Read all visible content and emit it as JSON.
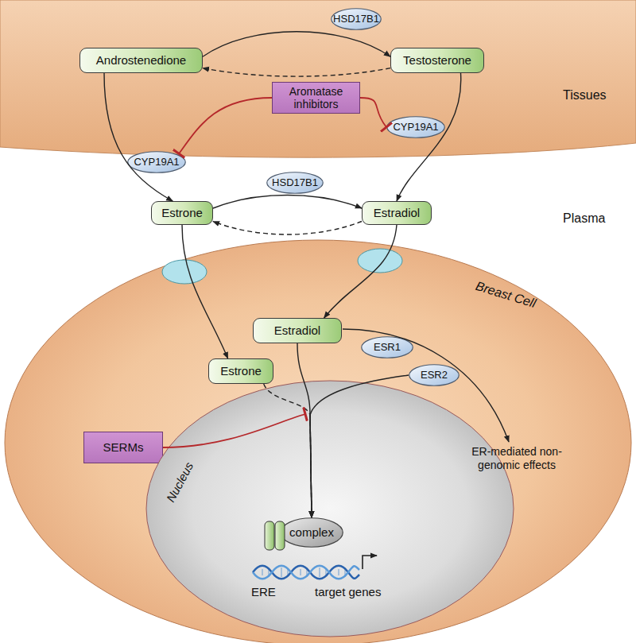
{
  "diagram": {
    "nodes": [
      {
        "text": [
          "Tissues"
        ]
      },
      {
        "text": [
          "HSD17B1"
        ],
        "in": 0
      },
      {
        "text": [
          "Androstenedione"
        ],
        "in": 0
      },
      {
        "text": [
          "Testosterone"
        ],
        "in": 0
      },
      {
        "text": [
          "Aromatase inhibitors"
        ],
        "in": 0
      },
      {
        "text": [
          "CYP19A1"
        ],
        "in": 0
      },
      {
        "text": [
          "CYP19A1"
        ],
        "in": 0
      },
      {
        "text": [
          "HSD17B1"
        ]
      },
      {
        "text": [
          "Estrone"
        ]
      },
      {
        "text": [
          "Estradiol"
        ]
      },
      {
        "text": [
          "Breast Cell"
        ]
      },
      {
        "text": [
          "Estradiol"
        ],
        "in": 10
      },
      {
        "text": [
          "Estrone"
        ],
        "in": 10
      },
      {
        "text": [
          "ESR1"
        ],
        "in": 10
      },
      {
        "text": [
          "ESR2"
        ],
        "in": 10
      },
      {
        "text": [
          "SERMs"
        ],
        "in": 10
      },
      {
        "text": [
          "Nucleus"
        ],
        "in": 10
      },
      {
        "text": [
          "complex"
        ],
        "in": 16
      }
    ],
    "edges": [
      {
        "from": 2,
        "to": 3,
        "arrow": "to"
      },
      {
        "from": 3,
        "to": 2,
        "arrow": "to"
      },
      {
        "from": 2,
        "to": 8,
        "arrow": "to"
      },
      {
        "from": 3,
        "to": 9,
        "arrow": "to"
      },
      {
        "from": 4,
        "to": 5,
        "arrow": "to"
      },
      {
        "from": 4,
        "to": 6,
        "arrow": "to"
      },
      {
        "from": 8,
        "to": 9,
        "arrow": "to"
      },
      {
        "from": 9,
        "to": 8,
        "arrow": "to"
      },
      {
        "from": 8,
        "to": 12,
        "arrow": "to"
      },
      {
        "from": 9,
        "to": 11,
        "arrow": "to"
      },
      {
        "from": 11,
        "to": 17,
        "arrow": "to"
      },
      {
        "from": 12,
        "to": 17,
        "arrow": "to"
      },
      {
        "from": 14,
        "to": 17,
        "arrow": "to"
      },
      {
        "from": 15,
        "to": 17,
        "arrow": "to"
      }
    ],
    "labels": [
      "Plasma",
      "ER-mediated non-genomic effects",
      "ERE",
      "target genes"
    ]
  }
}
